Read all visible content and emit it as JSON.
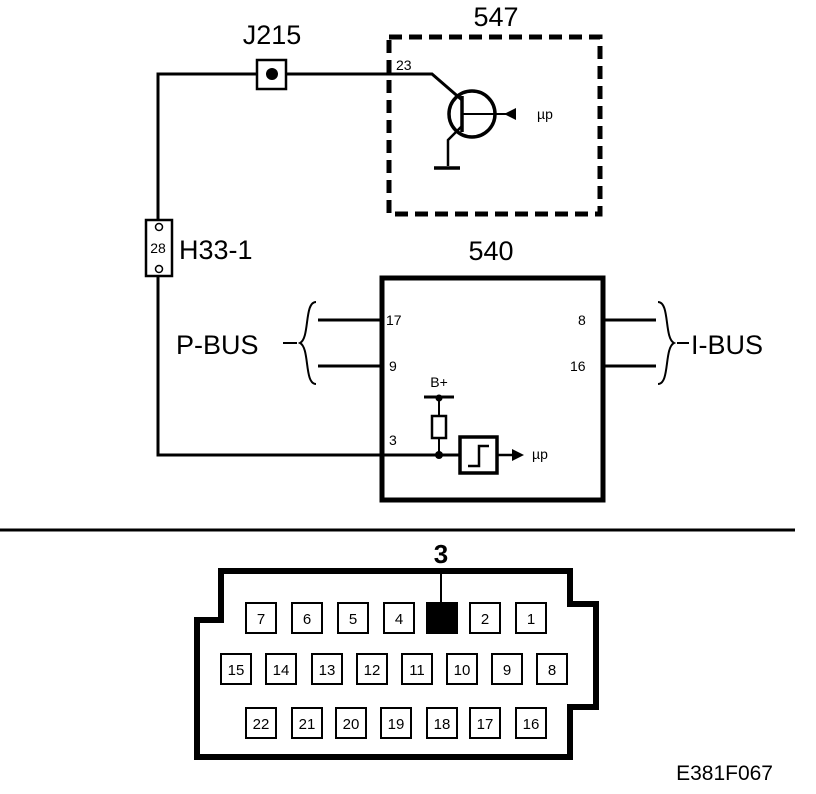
{
  "components": {
    "j215": "J215",
    "h33": "H33-1",
    "ecu547": "547",
    "ecu540": "540"
  },
  "pins": {
    "p23": "23",
    "p28": "28",
    "p17": "17",
    "p9": "9",
    "p3": "3",
    "p8": "8",
    "p16": "16"
  },
  "labels": {
    "pbus": "P-BUS",
    "ibus": "I-BUS",
    "bplus": "B+",
    "up_547": "µp",
    "up_540": "µp",
    "connector_pin": "3",
    "figure_id": "E381F067"
  },
  "connector": {
    "row1": [
      "7",
      "6",
      "5",
      "4",
      "",
      "2",
      "1"
    ],
    "row2": [
      "15",
      "14",
      "13",
      "12",
      "11",
      "10",
      "9",
      "8"
    ],
    "row3": [
      "22",
      "21",
      "20",
      "19",
      "18",
      "17",
      "16"
    ],
    "highlight_color": "#000000"
  }
}
